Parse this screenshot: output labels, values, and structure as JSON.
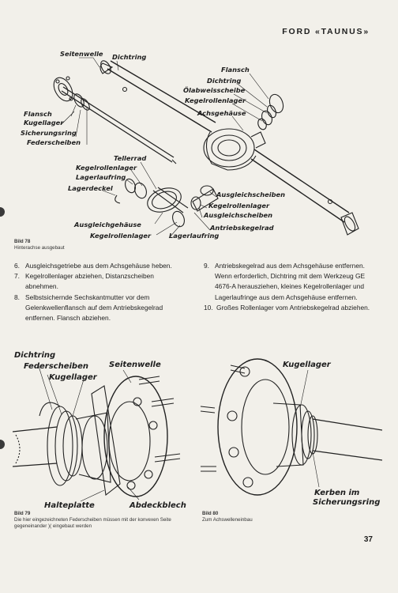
{
  "header": {
    "title": "FORD «TAUNUS»"
  },
  "figure78": {
    "labels": {
      "seitenwelle": "Seitenwelle",
      "dichtring": "Dichtring",
      "flansch_l": "Flansch",
      "kugellager": "Kugellager",
      "sicherungsring": "Sicherungsring",
      "federscheiben": "Federscheiben",
      "flansch_r": "Flansch",
      "dichtring_r": "Dichtring",
      "ölabweisscheibe": "Ölabweisscheibe",
      "kegelrollenlager_r": "Kegelrollenlager",
      "achsgehaeuse": "Achsgehäuse",
      "tellerrad": "Tellerrad",
      "kegelrollenlager_a": "Kegelrollenlager",
      "lagerlaufring_a": "Lagerlaufring",
      "lagerdeckel": "Lagerdeckel",
      "ausgleichscheiben_1": "Ausgleichscheiben",
      "kegelrollenlager_b": "Kegelrollenlager",
      "ausgleichscheiben_2": "Ausgleichscheiben",
      "ausgleichgehaeuse": "Ausgleichgehäuse",
      "antriebskegelrad": "Antriebskegelrad",
      "kegelrollenlager_c": "Kegelrollenlager",
      "lagerlaufring_b": "Lagerlaufring"
    },
    "caption_num": "Bild 78",
    "caption_text": "Hinterachse ausgebaut"
  },
  "steps_left": [
    {
      "num": "6.",
      "text": "Ausgleichsgetriebe aus dem Achsgehäuse heben."
    },
    {
      "num": "7.",
      "text": "Kegelrollenlager abziehen, Distanzscheiben abnehmen."
    },
    {
      "num": "8.",
      "text": "Selbstsichernde Sechskantmutter vor dem Gelenkwellenflansch auf dem Antriebskegelrad entfernen. Flansch abziehen."
    }
  ],
  "steps_right": [
    {
      "num": "9.",
      "text": "Antriebskegelrad aus dem Achsgehäuse entfernen. Wenn erforderlich, Dichtring mit dem Werkzeug GE 4676-A herausziehen, kleines Kegelrollenlager und Lagerlaufringe aus dem Achsgehäuse entfernen."
    },
    {
      "num": "10.",
      "text": "Großes Rollenlager vom Antriebskegelrad abziehen."
    }
  ],
  "figure79": {
    "labels": {
      "dichtring": "Dichtring",
      "federscheiben": "Federscheiben",
      "kugellager": "Kugellager",
      "seitenwelle": "Seitenwelle",
      "halteplatte": "Halteplatte",
      "abdeckblech": "Abdeckblech"
    },
    "caption_num": "Bild 79",
    "caption_text": "Die hier eingezeichneten Federscheiben müssen mit der konvexen Seite gegeneinander )( eingebaut werden"
  },
  "figure80": {
    "labels": {
      "kugellager": "Kugellager",
      "kerben": "Kerben im",
      "sicherungsring": "Sicherungsring"
    },
    "caption_num": "Bild 80",
    "caption_text": "Zum Achswelleneinbau"
  },
  "page_number": "37"
}
